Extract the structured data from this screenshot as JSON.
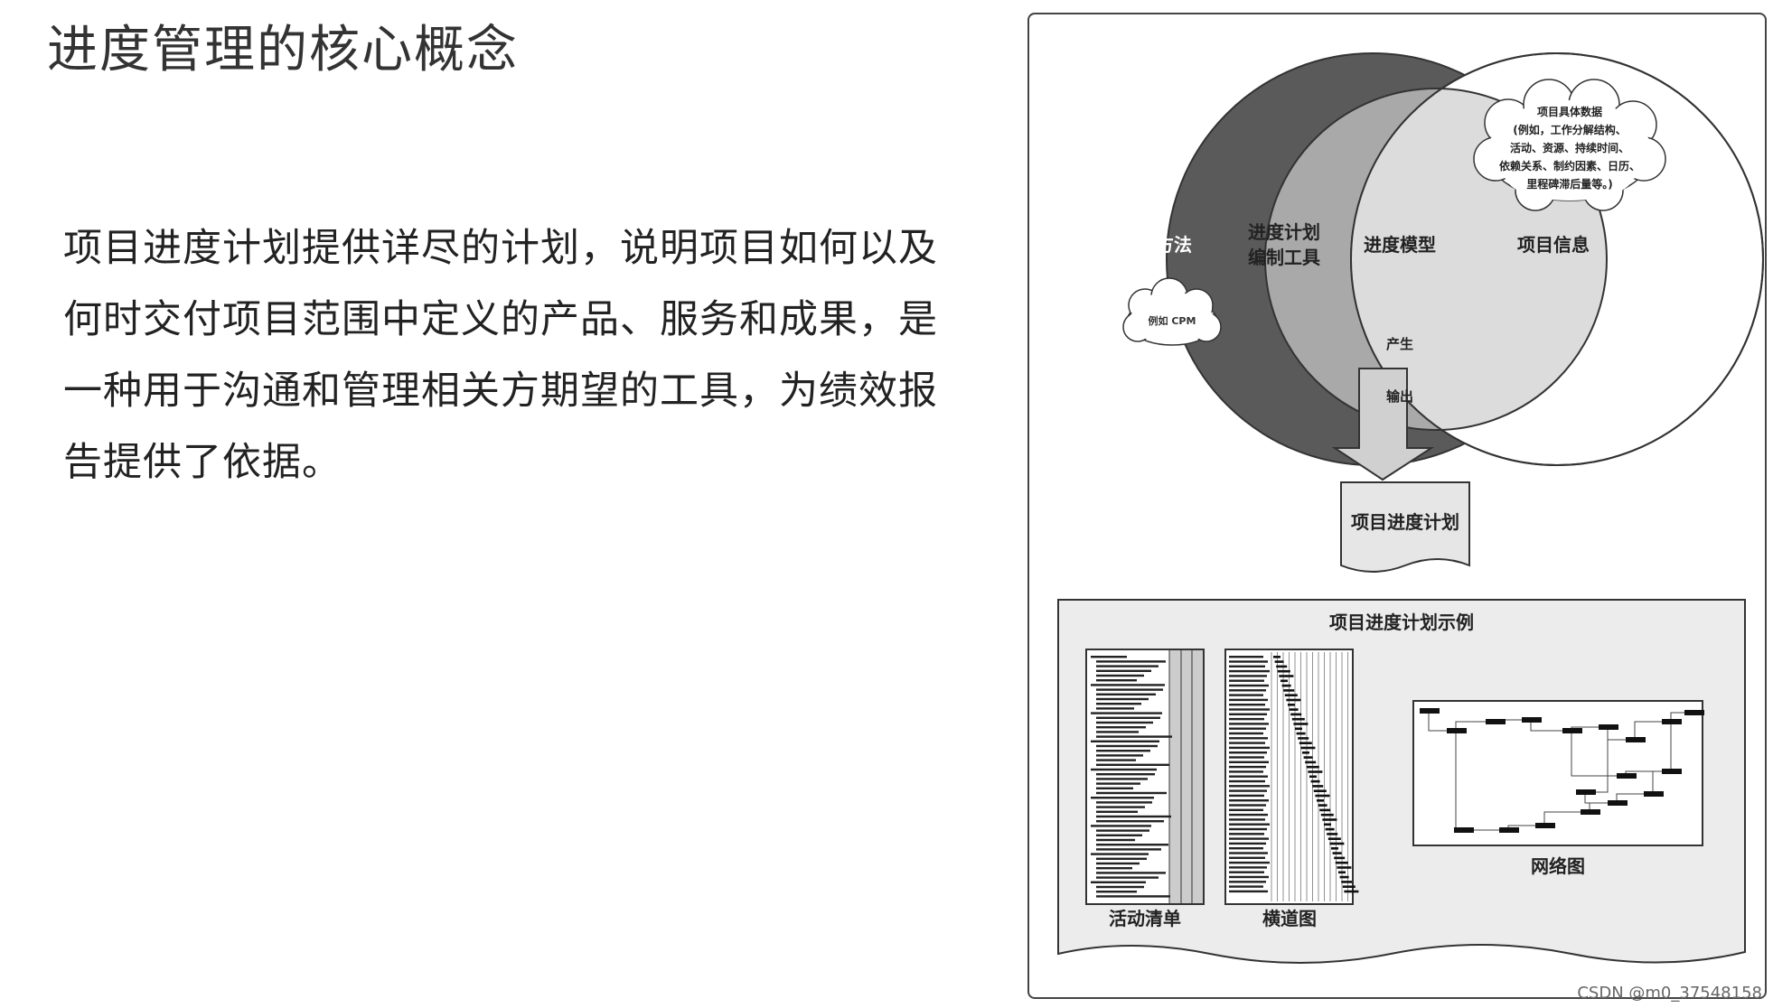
{
  "title": "进度管理的核心概念",
  "description": "项目进度计划提供详尽的计划，说明项目如何以及何时交付项目范围中定义的产品、服务和成果，是一种用于沟通和管理相关方期望的工具，为绩效报告提供了依据。",
  "diagram": {
    "planning_method": "计划方法",
    "planning_method_example": "例如 CPM",
    "scheduling_tool_line1": "进度计划",
    "scheduling_tool_line2": "编制工具",
    "schedule_model": "进度模型",
    "produce": "产生",
    "project_info": "项目信息",
    "project_data_lines": [
      "项目具体数据",
      "(例如，工作分解结构、",
      "活动、资源、持续时间、",
      "依赖关系、制约因素、日历、",
      "里程碑滞后量等。)"
    ],
    "output": "输出",
    "project_schedule": "项目进度计划",
    "examples_title": "项目进度计划示例",
    "activity_list": "活动清单",
    "bar_chart": "横道图",
    "network_diagram": "网络图"
  },
  "watermark": "CSDN @m0_37548158",
  "colors": {
    "dark_circle": "#5a5a5a",
    "mid_circle": "#a9a9a9",
    "light_lens": "#dcdcdc",
    "panel": "#ececec"
  }
}
